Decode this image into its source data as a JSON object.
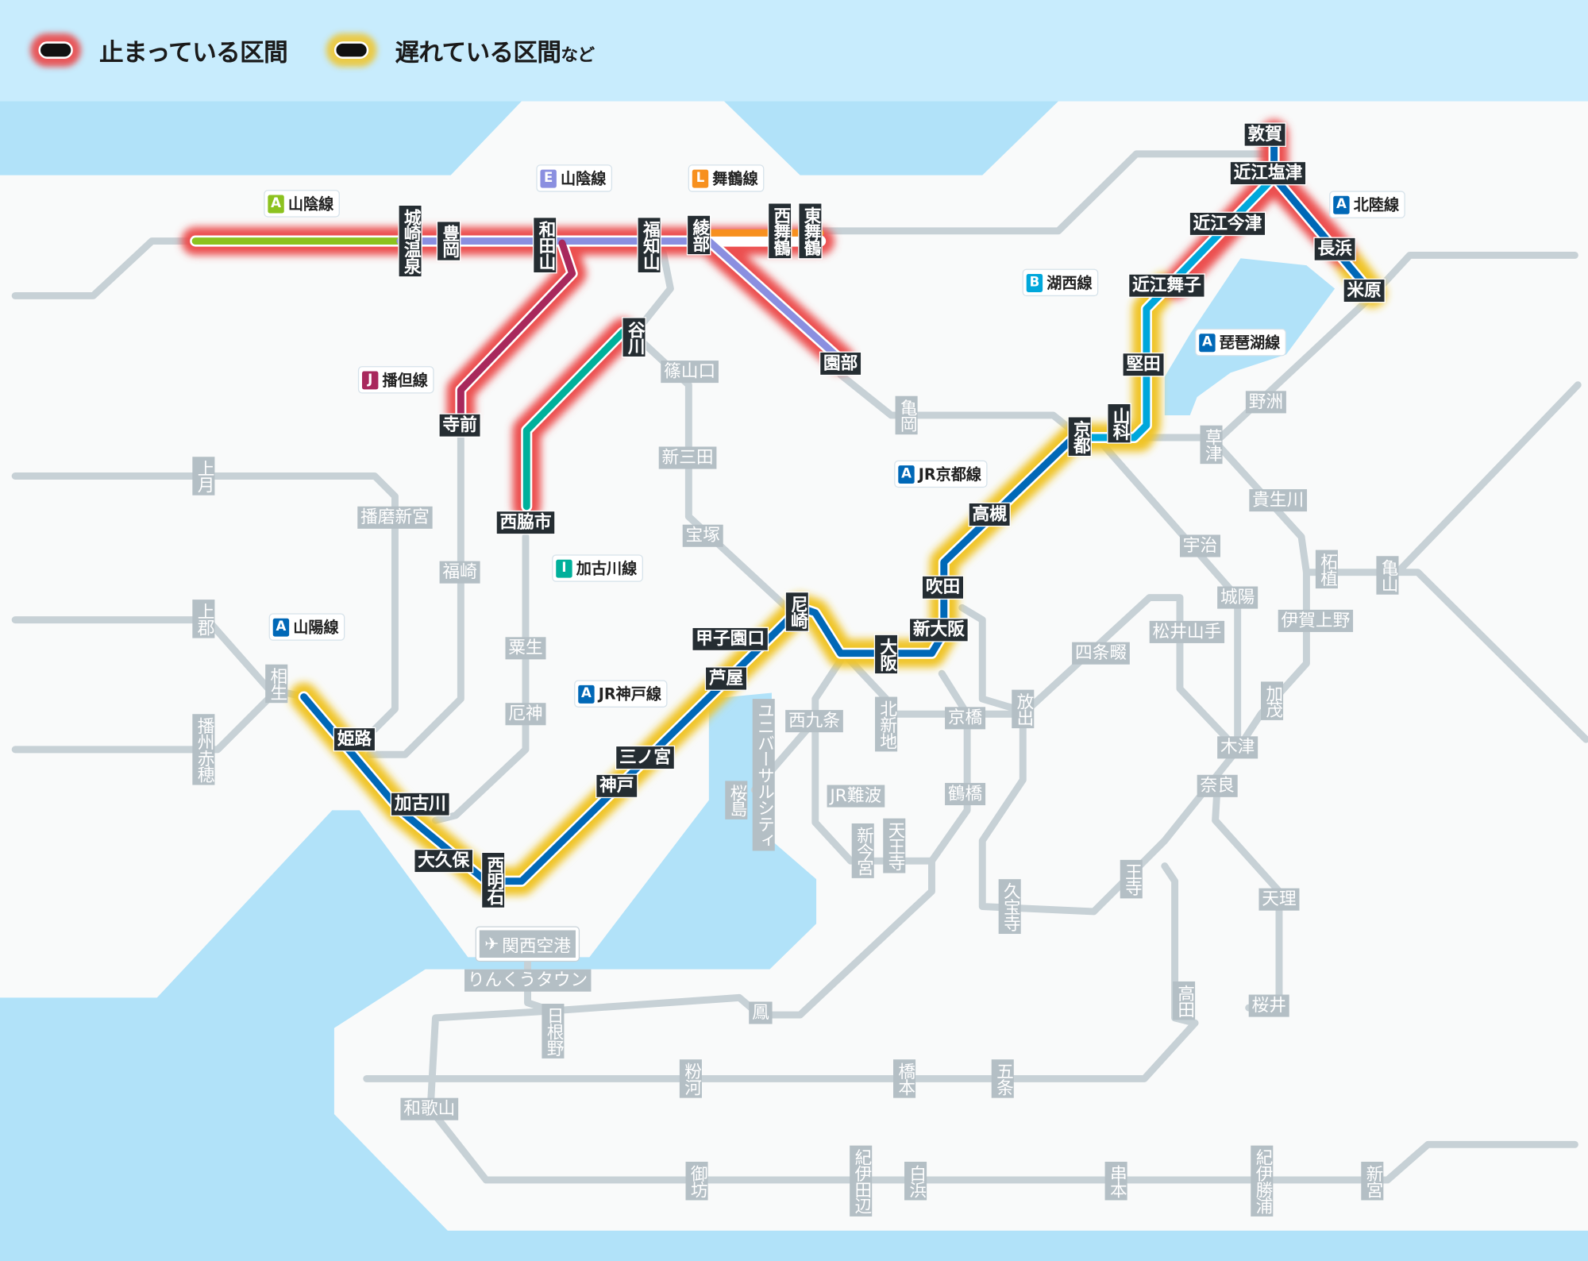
{
  "legend": {
    "stopped_label": "止まっている区間",
    "delayed_label": "遅れている区間",
    "delayed_suffix": "など",
    "stopped_color": "#ec3e3e",
    "delayed_color": "#f0c428"
  },
  "lines": [
    {
      "letter": "A",
      "name": "山陰線",
      "color": "#8cc21f"
    },
    {
      "letter": "E",
      "name": "山陰線",
      "color": "#8a8fe0"
    },
    {
      "letter": "L",
      "name": "舞鶴線",
      "color": "#f7901e"
    },
    {
      "letter": "J",
      "name": "播但線",
      "color": "#a8285c"
    },
    {
      "letter": "I",
      "name": "加古川線",
      "color": "#00b09b"
    },
    {
      "letter": "A",
      "name": "山陽線",
      "color": "#0068b7"
    },
    {
      "letter": "A",
      "name": "JR神戸線",
      "color": "#0068b7"
    },
    {
      "letter": "A",
      "name": "JR京都線",
      "color": "#0068b7"
    },
    {
      "letter": "B",
      "name": "湖西線",
      "color": "#00a7db"
    },
    {
      "letter": "A",
      "name": "北陸線",
      "color": "#0068b7"
    },
    {
      "letter": "A",
      "name": "琵琶湖線",
      "color": "#0068b7"
    }
  ],
  "stations": {
    "affected": [
      "城崎温泉",
      "豊岡",
      "和田山",
      "福知山",
      "綾部",
      "西舞鶴",
      "東舞鶴",
      "園部",
      "寺前",
      "谷川",
      "西脇市",
      "敦賀",
      "近江塩津",
      "近江今津",
      "長浜",
      "近江舞子",
      "米原",
      "堅田",
      "山科",
      "京都",
      "高槻",
      "吹田",
      "新大阪",
      "大阪",
      "尼崎",
      "甲子園口",
      "芦屋",
      "三ノ宮",
      "神戸",
      "姫路",
      "加古川",
      "大久保",
      "西明石"
    ],
    "normal": [
      "篠山口",
      "新三田",
      "宝塚",
      "亀岡",
      "上月",
      "播磨新宮",
      "福崎",
      "上郡",
      "相生",
      "播州赤穂",
      "粟生",
      "厄神",
      "ユニバーサルシティ",
      "桜島",
      "西九条",
      "北新地",
      "京橋",
      "放出",
      "JR難波",
      "鶴橋",
      "新今宮",
      "天王寺",
      "久宝寺",
      "王寺",
      "四条畷",
      "松井山手",
      "宇治",
      "城陽",
      "木津",
      "奈良",
      "天理",
      "高田",
      "桜井",
      "野洲",
      "草津",
      "貴生川",
      "柘植",
      "亀山",
      "伊賀上野",
      "加茂",
      "りんくうタウン",
      "日根野",
      "鳳",
      "和歌山",
      "粉河",
      "橋本",
      "五条",
      "御坊",
      "紀伊田辺",
      "白浜",
      "串本",
      "紀伊勝浦",
      "新宮"
    ],
    "airport": {
      "name": "関西空港",
      "icon": "airplane-icon"
    }
  }
}
